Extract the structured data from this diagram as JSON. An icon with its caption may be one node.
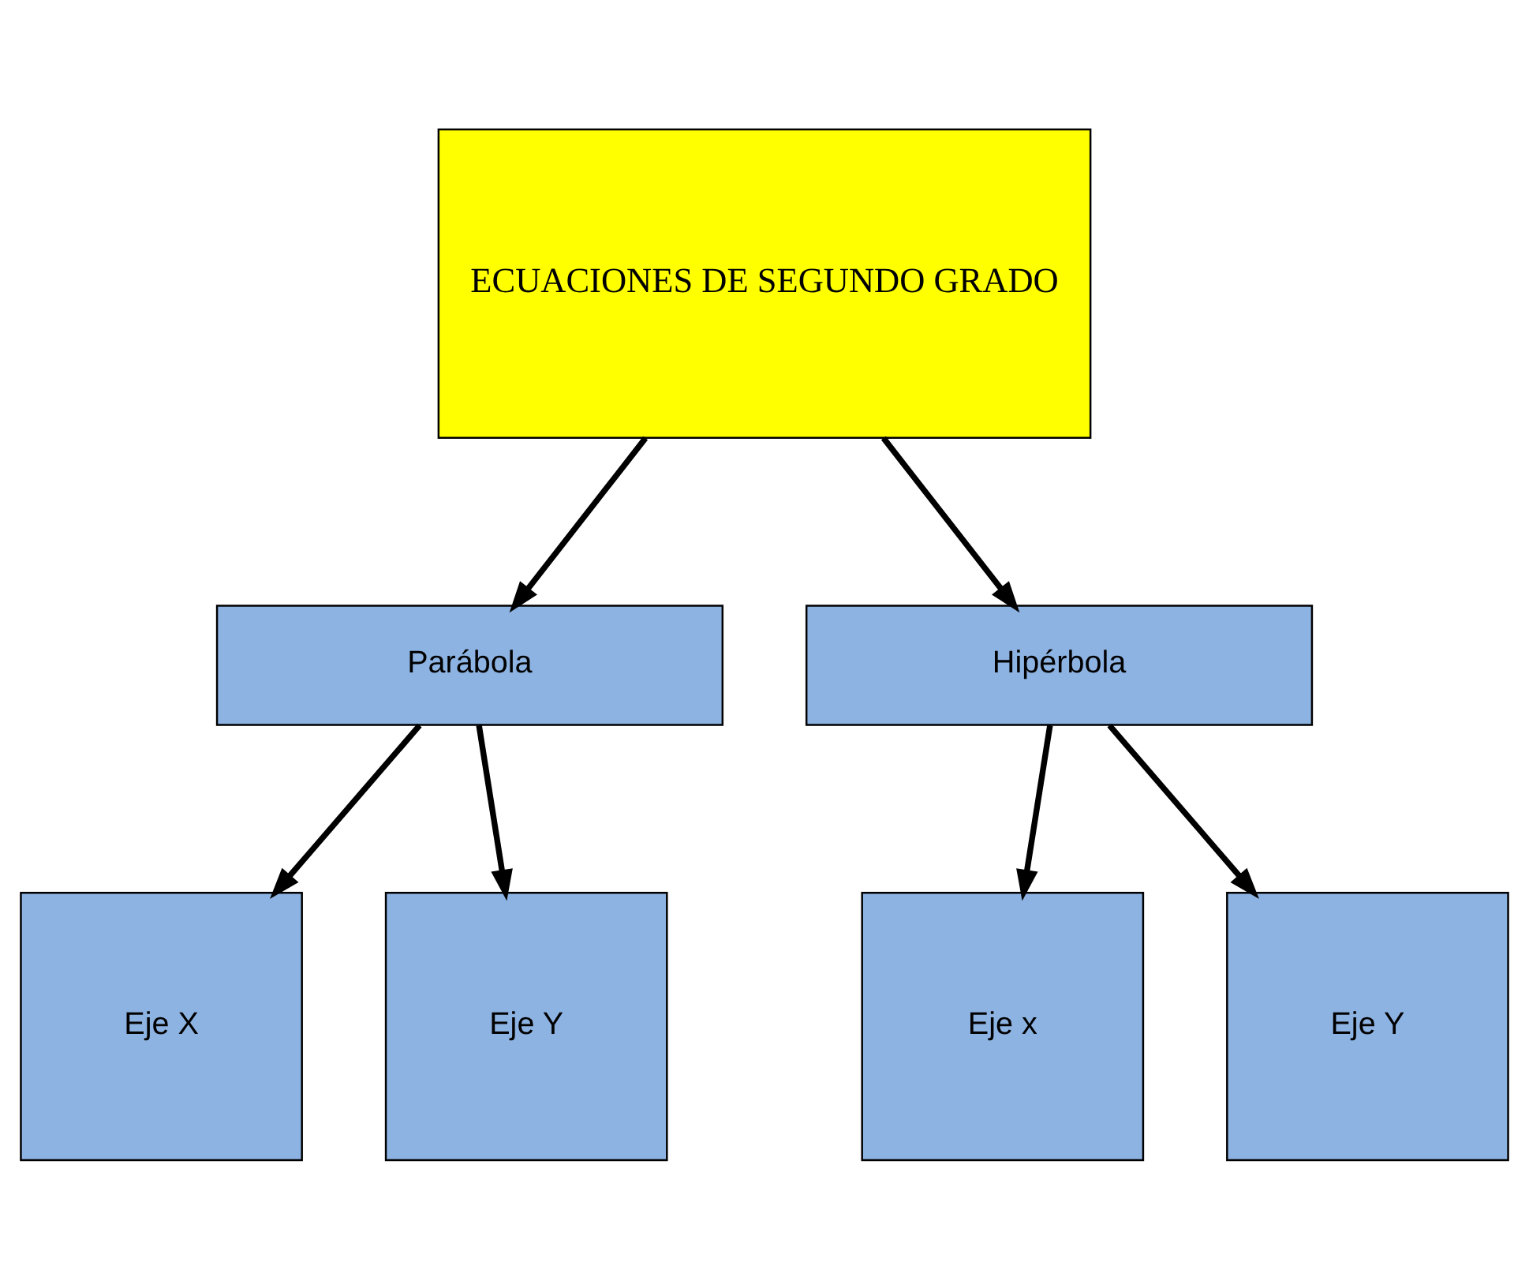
{
  "diagram": {
    "nodes": [
      {
        "text": [
          "ECUACIONES DE SEGUNDO GRADO"
        ]
      },
      {
        "text": [
          "Parábola"
        ]
      },
      {
        "text": [
          "Hipérbola"
        ]
      },
      {
        "text": [
          "Eje X"
        ]
      },
      {
        "text": [
          "Eje Y"
        ]
      },
      {
        "text": [
          "Eje x"
        ]
      },
      {
        "text": [
          "Eje Y"
        ]
      }
    ],
    "edges": [
      {
        "from": 0,
        "to": 1,
        "arrow": "to"
      },
      {
        "from": 0,
        "to": 2,
        "arrow": "to"
      },
      {
        "from": 1,
        "to": 3,
        "arrow": "to"
      },
      {
        "from": 1,
        "to": 4,
        "arrow": "to"
      },
      {
        "from": 2,
        "to": 5,
        "arrow": "to"
      },
      {
        "from": 2,
        "to": 6,
        "arrow": "to"
      }
    ]
  }
}
